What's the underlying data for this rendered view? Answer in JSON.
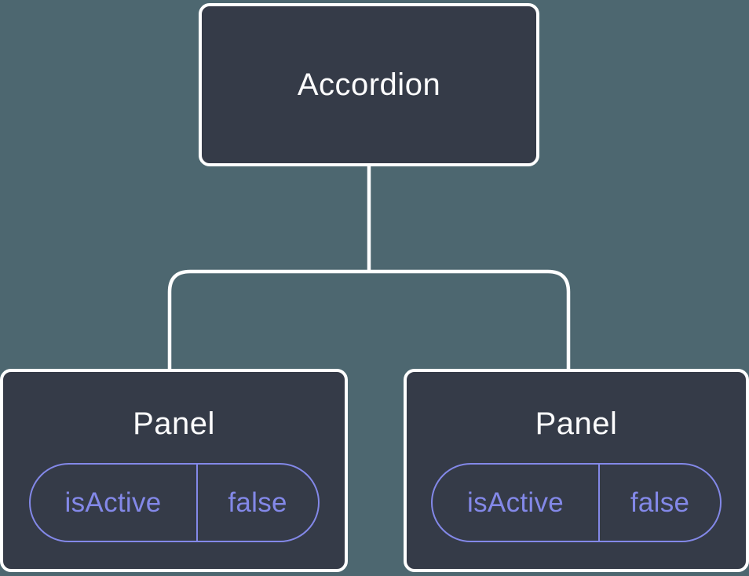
{
  "colors": {
    "background": "#4d6770",
    "node_fill": "#353b48",
    "node_border": "#ffffff",
    "node_text": "#fcfcfd",
    "state_accent": "#8388e8",
    "connector": "#ffffff"
  },
  "tree": {
    "root": {
      "label": "Accordion"
    },
    "children": [
      {
        "label": "Panel",
        "state": {
          "name": "isActive",
          "value": "false"
        }
      },
      {
        "label": "Panel",
        "state": {
          "name": "isActive",
          "value": "false"
        }
      }
    ]
  }
}
